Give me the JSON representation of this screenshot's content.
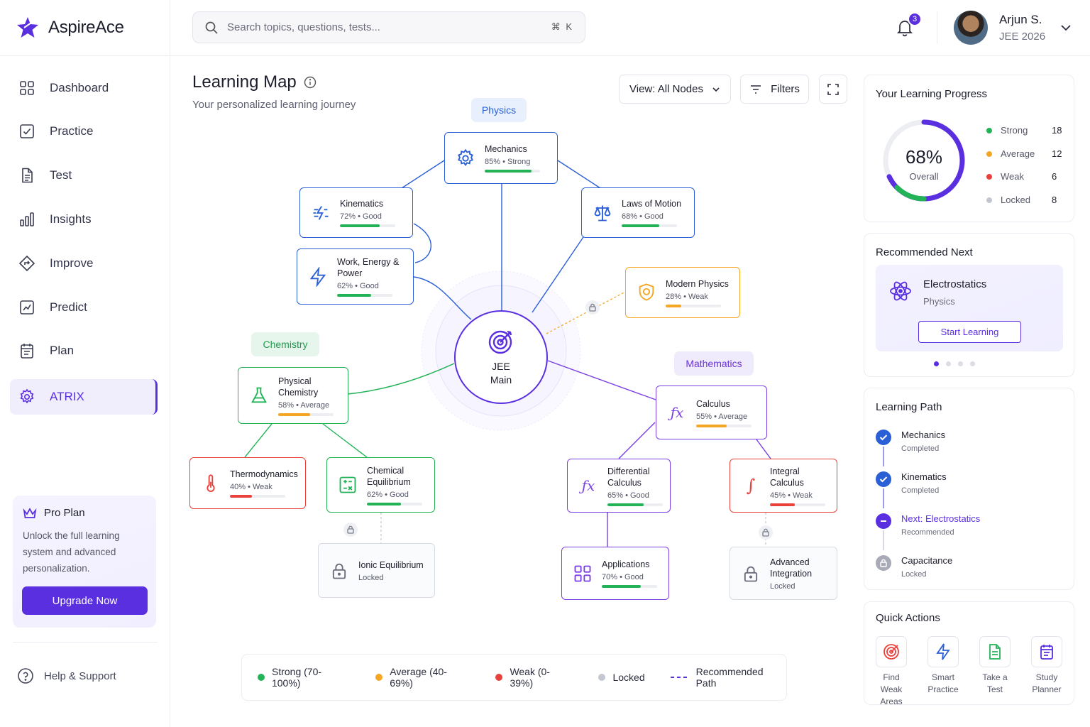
{
  "app": {
    "name": "AspireAce"
  },
  "search": {
    "placeholder": "Search topics, questions, tests...",
    "shortcut": "⌘ K"
  },
  "notifications": {
    "count": "3"
  },
  "user": {
    "name": "Arjun S.",
    "subtitle": "JEE 2026"
  },
  "sidebar": {
    "items": [
      {
        "label": "Dashboard",
        "icon": "grid-icon"
      },
      {
        "label": "Practice",
        "icon": "checkbox-icon"
      },
      {
        "label": "Test",
        "icon": "document-icon"
      },
      {
        "label": "Insights",
        "icon": "bar-chart-icon"
      },
      {
        "label": "Improve",
        "icon": "diamond-arrow-icon"
      },
      {
        "label": "Predict",
        "icon": "line-chart-icon"
      },
      {
        "label": "Plan",
        "icon": "calendar-icon"
      },
      {
        "label": "ATRIX",
        "icon": "gear-icon",
        "active": true
      }
    ],
    "pro": {
      "title": "Pro Plan",
      "desc": "Unlock the full learning system and advanced personalization.",
      "button": "Upgrade Now"
    },
    "help": "Help & Support"
  },
  "page": {
    "title": "Learning Map",
    "subtitle": "Your personalized learning journey"
  },
  "toolbar": {
    "view": "View: All Nodes",
    "filters": "Filters"
  },
  "map": {
    "center": {
      "line1": "JEE",
      "line2": "Main"
    },
    "categories": {
      "physics": "Physics",
      "chemistry": "Chemistry",
      "mathematics": "Mathematics"
    },
    "nodes": {
      "mechanics": {
        "name": "Mechanics",
        "meta": "85% • Strong",
        "progress": 85
      },
      "kinematics": {
        "name": "Kinematics",
        "meta": "72% • Good",
        "progress": 72
      },
      "laws": {
        "name": "Laws of Motion",
        "meta": "68% • Good",
        "progress": 68
      },
      "work": {
        "name": "Work, Energy & Power",
        "meta": "62% • Good",
        "progress": 62
      },
      "modern": {
        "name": "Modern Physics",
        "meta": "28% • Weak",
        "progress": 28
      },
      "physchem": {
        "name": "Physical Chemistry",
        "meta": "58% • Average",
        "progress": 58
      },
      "thermo": {
        "name": "Thermodynamics",
        "meta": "40% • Weak",
        "progress": 40
      },
      "cheq": {
        "name": "Chemical Equilibrium",
        "meta": "62% • Good",
        "progress": 62
      },
      "ionic": {
        "name": "Ionic Equilibrium",
        "meta": "Locked"
      },
      "calculus": {
        "name": "Calculus",
        "meta": "55% • Average",
        "progress": 55
      },
      "diff": {
        "name": "Differential Calculus",
        "meta": "65% • Good",
        "progress": 65
      },
      "integral": {
        "name": "Integral Calculus",
        "meta": "45% • Weak",
        "progress": 45
      },
      "apps": {
        "name": "Applications",
        "meta": "70% • Good",
        "progress": 70
      },
      "advint": {
        "name": "Advanced Integration",
        "meta": "Locked"
      }
    }
  },
  "legend": {
    "strong": "Strong (70-100%)",
    "average": "Average (40-69%)",
    "weak": "Weak (0-39%)",
    "locked": "Locked",
    "path": "Recommended Path"
  },
  "progress": {
    "title": "Your Learning Progress",
    "percent": "68%",
    "percent_value": 68,
    "overall": "Overall",
    "rows": [
      {
        "label": "Strong",
        "count": "18",
        "color": "#22b357"
      },
      {
        "label": "Average",
        "count": "12",
        "color": "#f5a623"
      },
      {
        "label": "Weak",
        "count": "6",
        "color": "#e8413c"
      },
      {
        "label": "Locked",
        "count": "8",
        "color": "#c4c6d0"
      }
    ]
  },
  "recommended": {
    "title": "Recommended Next",
    "topic": "Electrostatics",
    "subject": "Physics",
    "button": "Start Learning"
  },
  "path": {
    "title": "Learning Path",
    "steps": [
      {
        "title": "Mechanics",
        "status": "Completed"
      },
      {
        "title": "Kinematics",
        "status": "Completed"
      },
      {
        "title": "Next: Electrostatics",
        "status": "Recommended"
      },
      {
        "title": "Capacitance",
        "status": "Locked"
      }
    ]
  },
  "quick": {
    "title": "Quick Actions",
    "items": [
      {
        "l1": "Find",
        "l2": "Weak Areas"
      },
      {
        "l1": "Smart",
        "l2": "Practice"
      },
      {
        "l1": "Take a",
        "l2": "Test"
      },
      {
        "l1": "Study",
        "l2": "Planner"
      }
    ]
  },
  "colors": {
    "accent": "#5a2fe0",
    "strong": "#22b357",
    "average": "#f5a623",
    "weak": "#e8413c",
    "physics": "#2a5fd6",
    "chemistry": "#22b357",
    "math": "#7b3fe4"
  }
}
